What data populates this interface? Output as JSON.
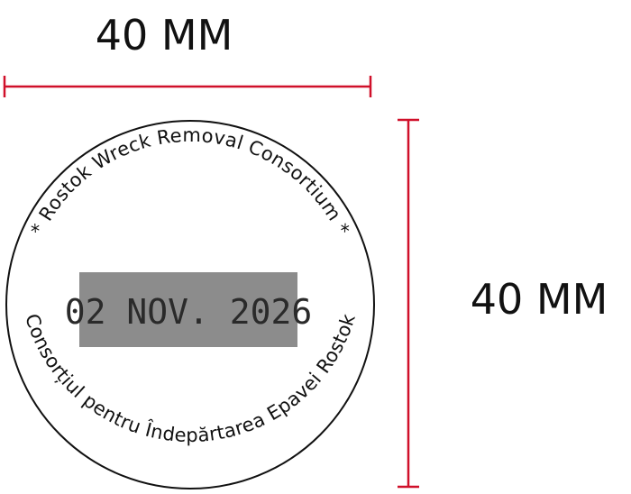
{
  "dimensions": {
    "width_label": "40 MM",
    "height_label": "40 MM"
  },
  "stamp": {
    "top_text": "* Rostok Wreck Removal Consortium *",
    "bottom_text": "Consorțiul pentru Îndepărtarea Epavei Rostok",
    "date": "02 NOV. 2026"
  },
  "colors": {
    "dimension_line": "#d0102a",
    "stamp_ink": "#111111",
    "date_box": "#8c8c8c",
    "date_text": "#2a2a2a"
  }
}
